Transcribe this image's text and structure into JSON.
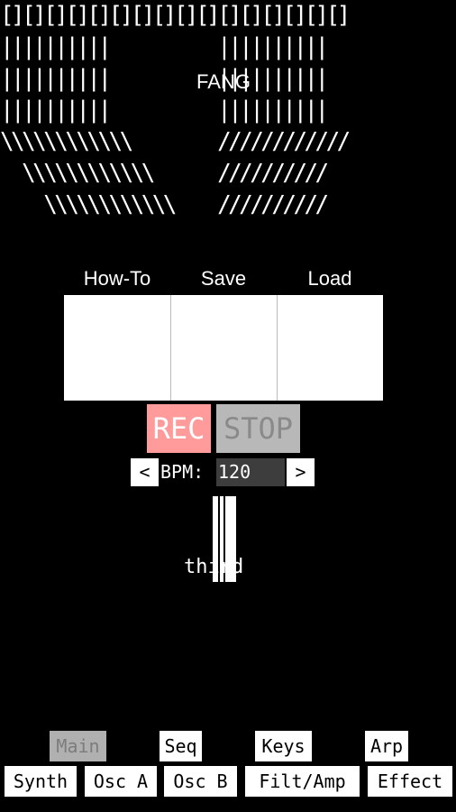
{
  "header": {
    "title": "FANG",
    "art_lines": [
      "[][][][][][][][][][][][][][][][]",
      "||||||||||          ||||||||||  ",
      "||||||||||          ||||||||||  ",
      "||||||||||          ||||||||||  ",
      "\\\\\\\\\\\\\\\\\\\\\\\\        ////////////",
      "  \\\\\\\\\\\\\\\\\\\\\\\\      //////////  ",
      "    \\\\\\\\\\\\\\\\\\\\\\\\    //////////    "
    ]
  },
  "menu": {
    "howto_label": "How-To",
    "save_label": "Save",
    "load_label": "Load"
  },
  "transport": {
    "rec_label": "REC",
    "stop_label": "STOP",
    "rec_color": "#ff9b9b",
    "stop_color": "#b8b8b8"
  },
  "tempo": {
    "decrease_label": "<",
    "increase_label": ">",
    "label": "BPM:",
    "value": "120"
  },
  "slider": {
    "text": "third"
  },
  "nav": {
    "row1": [
      "Main",
      "Seq",
      "Keys",
      "Arp"
    ],
    "row2": [
      "Synth",
      "Osc A",
      "Osc B",
      "Filt/Amp",
      "Effect"
    ],
    "active": "Main"
  }
}
